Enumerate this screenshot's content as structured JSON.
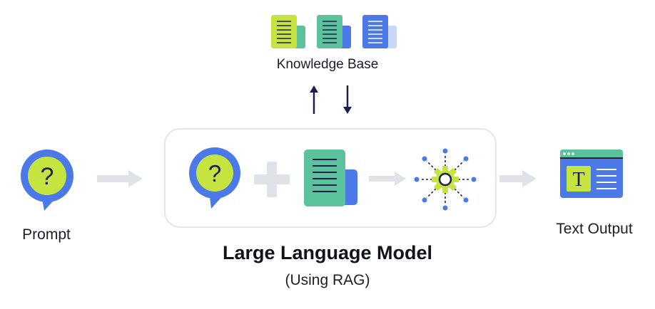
{
  "knowledge_base": {
    "label": "Knowledge Base",
    "doc_colors": [
      "#c6e43f",
      "#5bc29b",
      "#4b7ae8"
    ]
  },
  "prompt": {
    "label": "Prompt",
    "icon": "question-bubble-icon",
    "glyph": "?"
  },
  "llm": {
    "title": "Large Language Model",
    "subtitle": "(Using RAG)"
  },
  "output": {
    "label": "Text Output",
    "glyph": "T"
  },
  "colors": {
    "blue": "#4b7ae8",
    "lime": "#c6e43f",
    "green": "#5bc29b",
    "navy": "#1b1f4a",
    "arrow_gray": "#dfe3e7"
  }
}
